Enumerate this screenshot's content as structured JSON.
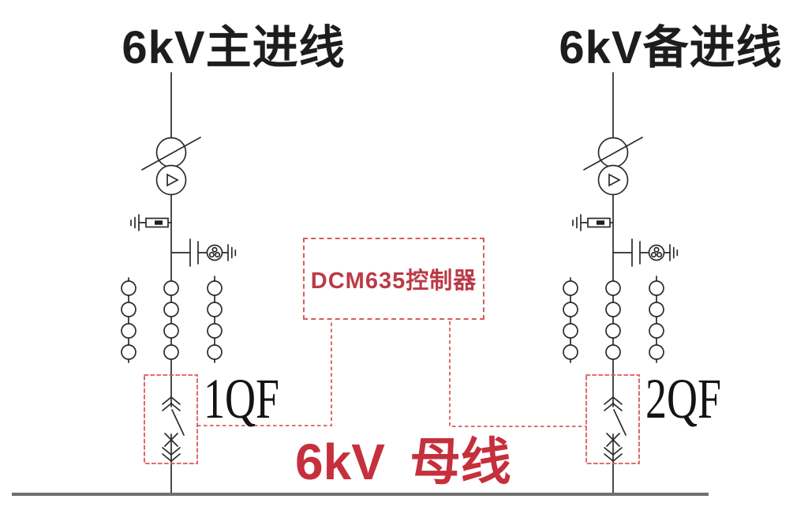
{
  "diagram": {
    "titles": {
      "left_feeder": "6kV主进线",
      "right_feeder": "6kV备进线"
    },
    "controller": {
      "label": "DCM635控制器"
    },
    "breakers": {
      "left_label": "1QF",
      "right_label": "2QF"
    },
    "busbar": {
      "label": "6kV 母线"
    },
    "colors": {
      "line": "#2b2b2b",
      "red_text": "#bb3a46",
      "busbar_text_red": "#c5303c",
      "red_dashed": "#d95b5b",
      "busbar_line": "#6f6f6f",
      "background": "#ffffff"
    }
  }
}
